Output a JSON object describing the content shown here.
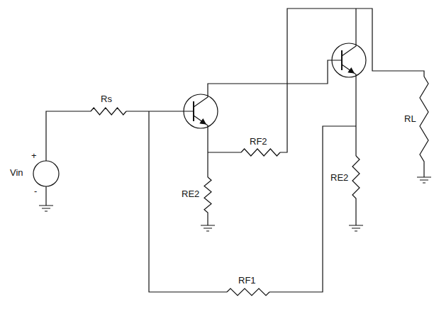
{
  "diagram": {
    "labels": [
      "+",
      "Vin",
      "-",
      "Rs",
      "RE2",
      "RF2",
      "RE2",
      "RL",
      "RF1"
    ]
  }
}
